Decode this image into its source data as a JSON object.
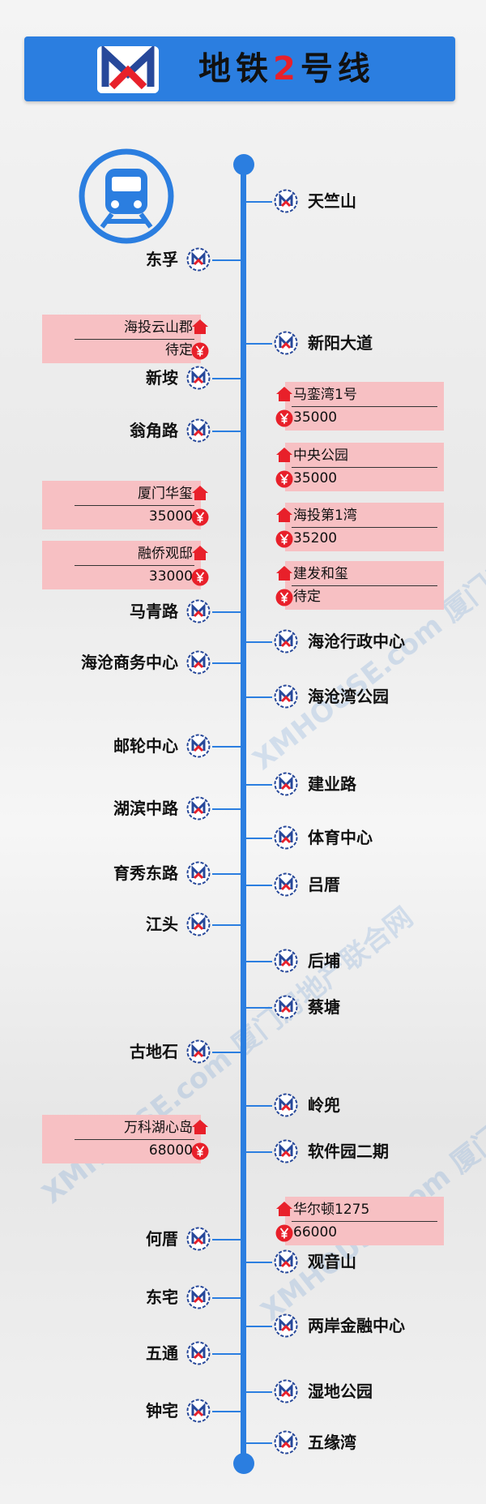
{
  "header": {
    "title_prefix": "地铁",
    "title_number": "2",
    "title_suffix": "号线"
  },
  "watermark": {
    "text": "XMHOUSE.com 厦门房地产联合网"
  },
  "colors": {
    "line": "#2b7ee0",
    "card": "#f7c0c3",
    "accent": "#e8202a"
  },
  "icons": {
    "metro": "metro-logo-icon",
    "train": "train-icon",
    "house": "house-icon",
    "price": "yen-icon"
  },
  "stations": [
    {
      "name": "天竺山",
      "side": "right"
    },
    {
      "name": "东孚",
      "side": "left"
    },
    {
      "name": "新阳大道",
      "side": "right"
    },
    {
      "name": "新垵",
      "side": "left"
    },
    {
      "name": "翁角路",
      "side": "left"
    },
    {
      "name": "马青路",
      "side": "left"
    },
    {
      "name": "海沧行政中心",
      "side": "right"
    },
    {
      "name": "海沧商务中心",
      "side": "left"
    },
    {
      "name": "海沧湾公园",
      "side": "right"
    },
    {
      "name": "邮轮中心",
      "side": "left"
    },
    {
      "name": "建业路",
      "side": "right"
    },
    {
      "name": "湖滨中路",
      "side": "left"
    },
    {
      "name": "体育中心",
      "side": "right"
    },
    {
      "name": "育秀东路",
      "side": "left"
    },
    {
      "name": "吕厝",
      "side": "right"
    },
    {
      "name": "江头",
      "side": "left"
    },
    {
      "name": "后埔",
      "side": "right"
    },
    {
      "name": "蔡塘",
      "side": "right"
    },
    {
      "name": "古地石",
      "side": "left"
    },
    {
      "name": "岭兜",
      "side": "right"
    },
    {
      "name": "软件园二期",
      "side": "right"
    },
    {
      "name": "何厝",
      "side": "left"
    },
    {
      "name": "观音山",
      "side": "right"
    },
    {
      "name": "东宅",
      "side": "left"
    },
    {
      "name": "两岸金融中心",
      "side": "right"
    },
    {
      "name": "五通",
      "side": "left"
    },
    {
      "name": "湿地公园",
      "side": "right"
    },
    {
      "name": "钟宅",
      "side": "left"
    },
    {
      "name": "五缘湾",
      "side": "right"
    }
  ],
  "properties": [
    {
      "name": "海投云山郡",
      "price": "待定",
      "side": "left"
    },
    {
      "name": "马銮湾1号",
      "price": "35000",
      "side": "right"
    },
    {
      "name": "中央公园",
      "price": "35000",
      "side": "right"
    },
    {
      "name": "厦门华玺",
      "price": "35000",
      "side": "left"
    },
    {
      "name": "海投第1湾",
      "price": "35200",
      "side": "right"
    },
    {
      "name": "融侨观邸",
      "price": "33000",
      "side": "left"
    },
    {
      "name": "建发和玺",
      "price": "待定",
      "side": "right"
    },
    {
      "name": "万科湖心岛",
      "price": "68000",
      "side": "left"
    },
    {
      "name": "华尔顿1275",
      "price": "66000",
      "side": "right"
    }
  ]
}
